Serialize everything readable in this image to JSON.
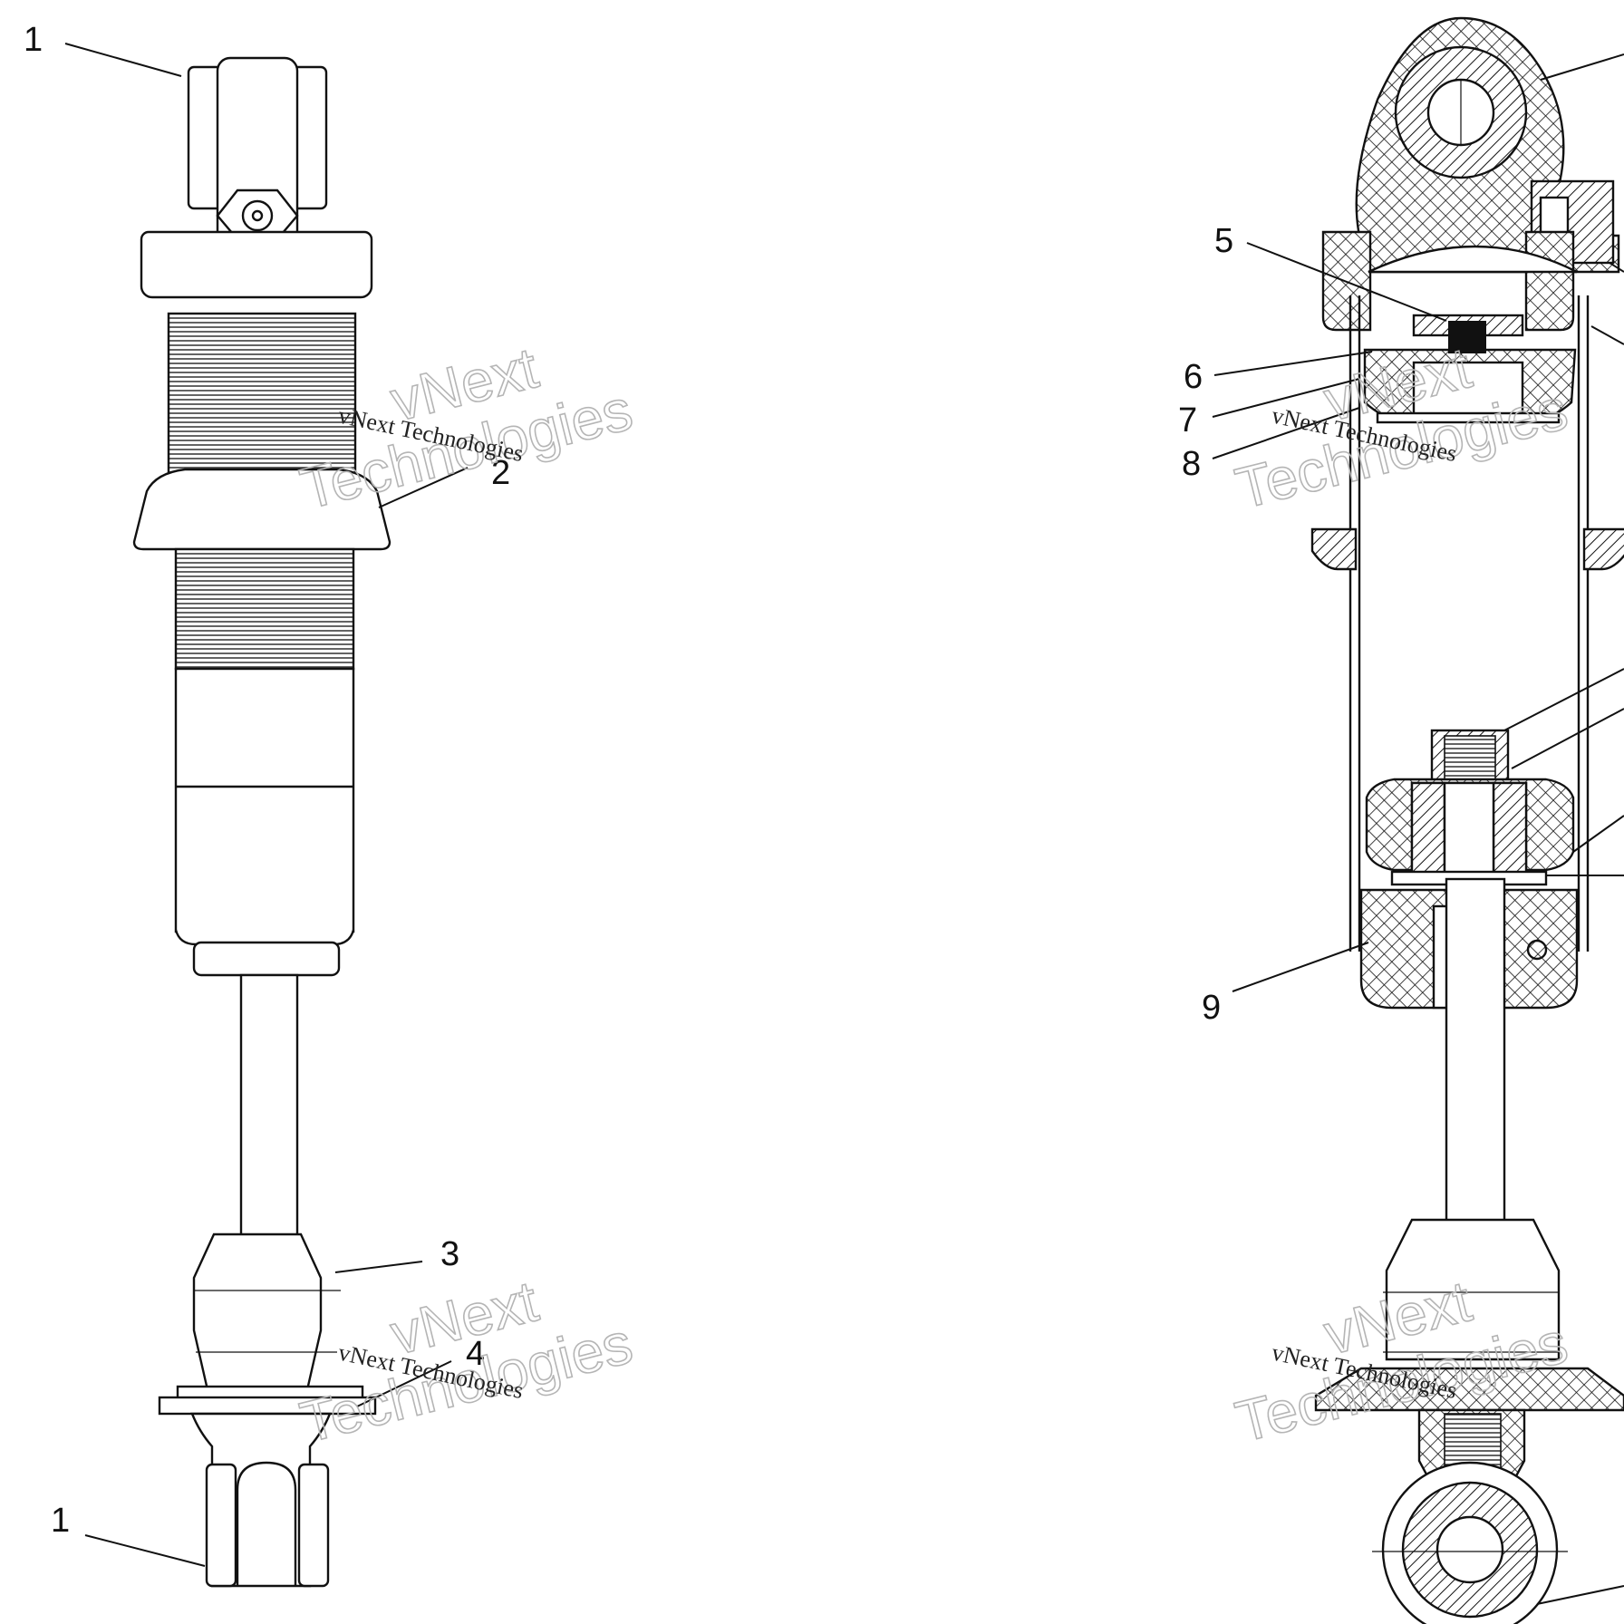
{
  "callouts": [
    {
      "id": "c1a",
      "label": "1"
    },
    {
      "id": "c2",
      "label": "2"
    },
    {
      "id": "c3",
      "label": "3"
    },
    {
      "id": "c4",
      "label": "4"
    },
    {
      "id": "c1b",
      "label": "1"
    },
    {
      "id": "c5",
      "label": "5"
    },
    {
      "id": "c6",
      "label": "6"
    },
    {
      "id": "c7",
      "label": "7"
    },
    {
      "id": "c8",
      "label": "8"
    },
    {
      "id": "c9",
      "label": "9"
    }
  ],
  "watermark": {
    "line1": "vNext",
    "line2": "Technologies",
    "small": "vNext Technologies"
  }
}
